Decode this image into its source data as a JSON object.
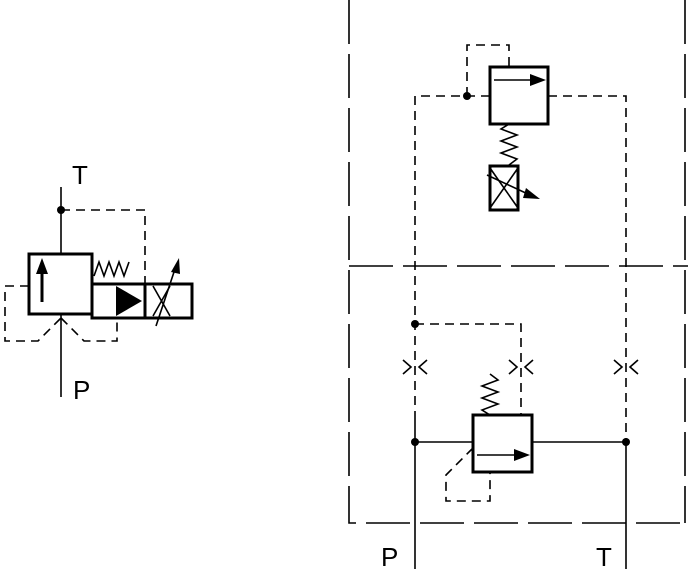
{
  "left_symbol": {
    "port_top": "T",
    "port_bottom": "P"
  },
  "right_schematic": {
    "port_left": "P",
    "port_right": "T"
  },
  "colors": {
    "line": "#000000",
    "background": "#ffffff"
  }
}
